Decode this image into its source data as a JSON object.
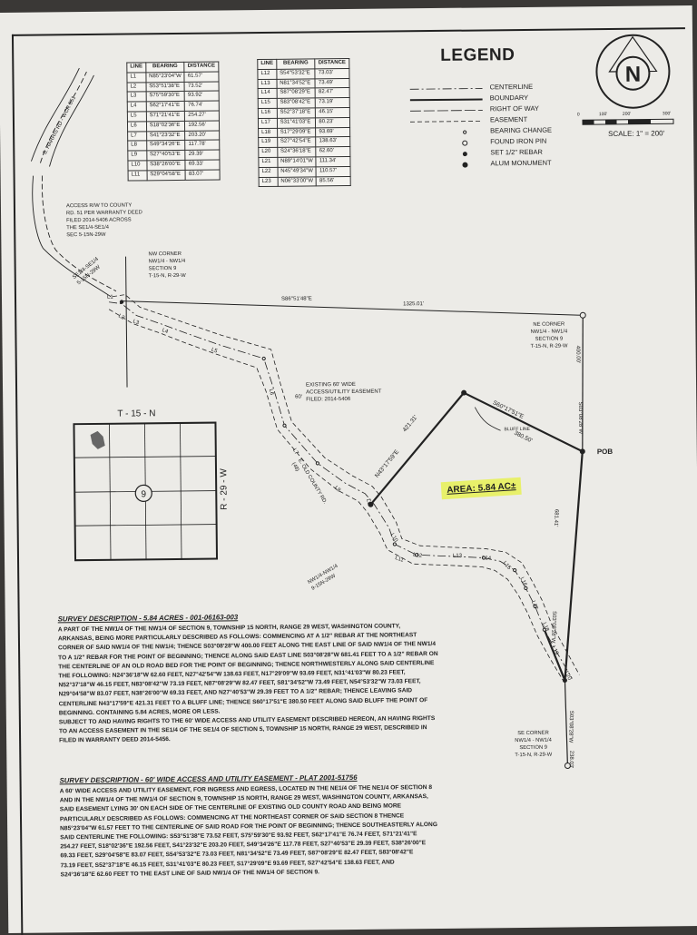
{
  "line_table_1": {
    "headers": [
      "LINE",
      "BEARING",
      "DISTANCE"
    ],
    "rows": [
      [
        "L1",
        "N85°23'04\"W",
        "61.57'"
      ],
      [
        "L2",
        "S53°51'38\"E",
        "73.52'"
      ],
      [
        "L3",
        "S75°59'30\"E",
        "93.92'"
      ],
      [
        "L4",
        "S62°17'41\"E",
        "76.74'"
      ],
      [
        "L5",
        "S71°21'41\"E",
        "254.27'"
      ],
      [
        "L6",
        "S18°02'36\"E",
        "192.56'"
      ],
      [
        "L7",
        "S41°23'32\"E",
        "203.20'"
      ],
      [
        "L8",
        "S49°34'26\"E",
        "117.78'"
      ],
      [
        "L9",
        "S27°40'53\"E",
        "29.39'"
      ],
      [
        "L10",
        "S38°26'00\"E",
        "69.33'"
      ],
      [
        "L11",
        "S29°04'58\"E",
        "83.07'"
      ]
    ]
  },
  "line_table_2": {
    "headers": [
      "LINE",
      "BEARING",
      "DISTANCE"
    ],
    "rows": [
      [
        "L12",
        "S54°53'32\"E",
        "73.03'"
      ],
      [
        "L13",
        "N81°34'52\"E",
        "73.49'"
      ],
      [
        "L14",
        "S87°08'29\"E",
        "82.47'"
      ],
      [
        "L15",
        "S83°08'42\"E",
        "73.19'"
      ],
      [
        "L16",
        "S52°37'18\"E",
        "46.15'"
      ],
      [
        "L17",
        "S31°41'03\"E",
        "80.23'"
      ],
      [
        "L18",
        "S17°29'09\"E",
        "93.69'"
      ],
      [
        "L19",
        "S27°42'54\"E",
        "138.63'"
      ],
      [
        "L20",
        "S24°36'18\"E",
        "62.60'"
      ],
      [
        "L21",
        "N89°14'01\"W",
        "111.34'"
      ],
      [
        "L22",
        "N45°49'34\"W",
        "110.57'"
      ],
      [
        "L23",
        "N06°33'00\"W",
        "85.56'"
      ]
    ]
  },
  "legend": {
    "title": "LEGEND",
    "items": [
      {
        "label": "CENTERLINE"
      },
      {
        "label": "BOUNDARY"
      },
      {
        "label": "RIGHT OF WAY"
      },
      {
        "label": "EASEMENT"
      },
      {
        "label": "BEARING CHANGE"
      },
      {
        "label": "FOUND IRON PIN"
      },
      {
        "label": "SET 1/2\" REBAR"
      },
      {
        "label": "ALUM MONUMENT"
      }
    ]
  },
  "north_arrow": {
    "letter": "N"
  },
  "scale_bar": {
    "ticks": [
      "0",
      "100'",
      "200'",
      "300'"
    ],
    "text": "SCALE: 1\" = 200'"
  },
  "map_labels": {
    "road": "S. HARRIS RD - WCR 851",
    "access_rw": [
      "ACCESS R/W TO COUNTY",
      "RD. 51 PER WARRANTY DEED",
      "FILED 2014-5406 ACROSS",
      "THE SE1/4-SE1/4",
      "SEC 5-15N-29W"
    ],
    "se_label": [
      "SE1/4-SE1/4",
      "5-15N-29W"
    ],
    "nw_corner": [
      "NW CORNER",
      "NW1/4 - NW1/4",
      "SECTION 9",
      "T-15-N, R-29-W"
    ],
    "north_bearing": "S86°51'48\"E",
    "north_dist": "1325.01'",
    "ne_corner": [
      "NE CORNER",
      "NW1/4 - NW1/4",
      "SECTION 9",
      "T-15-N, R-29-W"
    ],
    "east_top": "S03°08'28\"W",
    "east_top_dist": "400.00'",
    "easement": [
      "EXISTING 60' WIDE",
      "ACCESS/UTILITY EASEMENT",
      "FILED: 2014-5406"
    ],
    "width_60": "60'",
    "bluff_bearing": "S60°17'51\"E",
    "bluff_dist": "380.50'",
    "bluff_line": "BLUFF LINE",
    "west_bearing": "N43°17'59\"E",
    "west_dist": "421.31'",
    "pob": "POB",
    "old_road": [
      "E. OLD COUNTY RD.",
      "(48)"
    ],
    "area": "AREA: 5.84 AC±",
    "east_bearing": "S03°08'28\"W",
    "east_dist": "681.41'",
    "nw_quarter": [
      "NW1/4-NW1/4",
      "9-15N-29W"
    ],
    "se_corner": [
      "SE CORNER",
      "NW1/4 - NW1/4",
      "SECTION 9",
      "T-15-N, R-29-W"
    ],
    "south_bearing": "S03°08'28\"W",
    "south_dist": "238.03'",
    "inset_title": "T - 15 - N",
    "inset_side": "R - 29 - W",
    "inset_section": "9"
  },
  "lines": [
    "L1",
    "L2",
    "L3",
    "L4",
    "L5",
    "L6",
    "L7",
    "L8",
    "L9",
    "L10",
    "L11",
    "L12",
    "L13",
    "L14",
    "L15",
    "L16",
    "L17",
    "L18",
    "L19",
    "L20"
  ],
  "description_1": {
    "heading": "SURVEY DESCRIPTION - 5.84 ACRES - 001-06163-003",
    "lines": [
      "A PART OF THE NW1/4 OF THE NW1/4 OF SECTION 9, TOWNSHIP 15 NORTH, RANGE 29 WEST, WASHINGTON COUNTY,",
      "ARKANSAS, BEING MORE PARTICULARLY DESCRIBED AS FOLLOWS: COMMENCING AT A 1/2\" REBAR AT THE NORTHEAST",
      "CORNER OF SAID NW1/4 OF THE NW1/4; THENCE S03°08'28\"W 400.00 FEET ALONG THE EAST LINE OF SAID NW1/4 OF THE NW1/4",
      "TO A 1/2\" REBAR FOR THE POINT OF BEGINNING; THENCE ALONG SAID EAST LINE S03°08'28\"W 681.41 FEET TO A 1/2\" REBAR ON",
      "THE CENTERLINE OF AN OLD ROAD BED FOR THE POINT OF BEGINNING; THENCE NORTHWESTERLY ALONG SAID CENTERLINE",
      "THE FOLLOWING: N24°36'18\"W 62.60 FEET, N27°42'54\"W 138.63 FEET, N17°29'09\"W 93.69 FEET, N31°41'03\"W 80.23 FEET,",
      "N52°37'18\"W 46.15 FEET, N83°08'42\"W 73.19 FEET, N87°08'29\"W 82.47 FEET, S81°34'52\"W 73.49 FEET, N54°53'32\"W 73.03 FEET,",
      "N29°04'58\"W 83.07 FEET, N38°26'00\"W 69.33 FEET, AND N27°40'53\"W 29.39 FEET TO A 1/2\" REBAR; THENCE LEAVING SAID",
      "CENTERLINE N43°17'59\"E 421.31 FEET TO A BLUFF LINE; THENCE S60°17'51\"E 380.50 FEET ALONG SAID BLUFF THE POINT OF",
      "BEGINNING. CONTAINING 5.84 ACRES, MORE OR LESS.",
      "SUBJECT TO AND HAVING RIGHTS TO THE 60' WIDE ACCESS AND UTILITY EASEMENT DESCRIBED HEREON, AN HAVING RIGHTS",
      "TO AN ACCESS EASEMENT IN THE SE1/4 OF THE SE1/4 OF SECTION 5, TOWNSHIP 15 NORTH, RANGE 29 WEST, DESCRIBED IN",
      "FILED IN WARRANTY DEED 2014-5456."
    ]
  },
  "description_2": {
    "heading": "SURVEY DESCRIPTION - 60' WIDE ACCESS AND UTILITY EASEMENT - PLAT 2001-51756",
    "lines": [
      "A 60' WIDE ACCESS AND UTILITY EASEMENT, FOR INGRESS AND EGRESS, LOCATED IN THE NE1/4 OF THE NE1/4 OF SECTION 8",
      "AND IN THE NW1/4 OF THE NW1/4 OF SECTION 9, TOWNSHIP 15 NORTH, RANGE 29 WEST, WASHINGTON COUNTY, ARKANSAS,",
      "SAID EASEMENT LYING 30' ON EACH SIDE OF THE CENTERLINE OF EXISTING OLD COUNTY ROAD AND BEING MORE",
      "PARTICULARLY DESCRIBED AS FOLLOWS: COMMENCING AT THE NORTHEAST CORNER OF SAID SECTION 8 THENCE",
      "N85°23'04\"W 61.57 FEET TO THE CENTERLINE OF SAID ROAD FOR THE POINT OF BEGINNING; THENCE SOUTHEASTERLY ALONG",
      "SAID CENTERLINE THE FOLLOWING: S53°51'38\"E 73.52 FEET, S75°59'30\"E 93.92 FEET, S62°17'41\"E 76.74 FEET, S71°21'41\"E",
      "254.27 FEET, S18°02'36\"E 192.56 FEET, S41°23'32\"E 203.20 FEET, S49°34'26\"E 117.78 FEET, S27°40'53\"E 29.39 FEET, S38°26'00\"E",
      "69.33 FEET, S29°04'58\"E 83.07 FEET, S54°53'32\"E 73.03 FEET, N81°34'52\"E 73.49 FEET, S87°08'29\"E 82.47 FEET, S83°08'42\"E",
      "73.19 FEET, S52°37'18\"E 46.15 FEET, S31°41'03\"E 80.23 FEET, S17°29'09\"E 93.69 FEET, S27°42'54\"E 138.63 FEET, AND",
      "S24°36'18\"E 62.60 FEET TO THE EAST LINE OF SAID NW1/4 OF THE NW1/4 OF SECTION 9."
    ]
  },
  "colors": {
    "paper": "#ecebe7",
    "ink": "#222222",
    "highlight": "#e8f06a",
    "background": "#3a3836"
  }
}
